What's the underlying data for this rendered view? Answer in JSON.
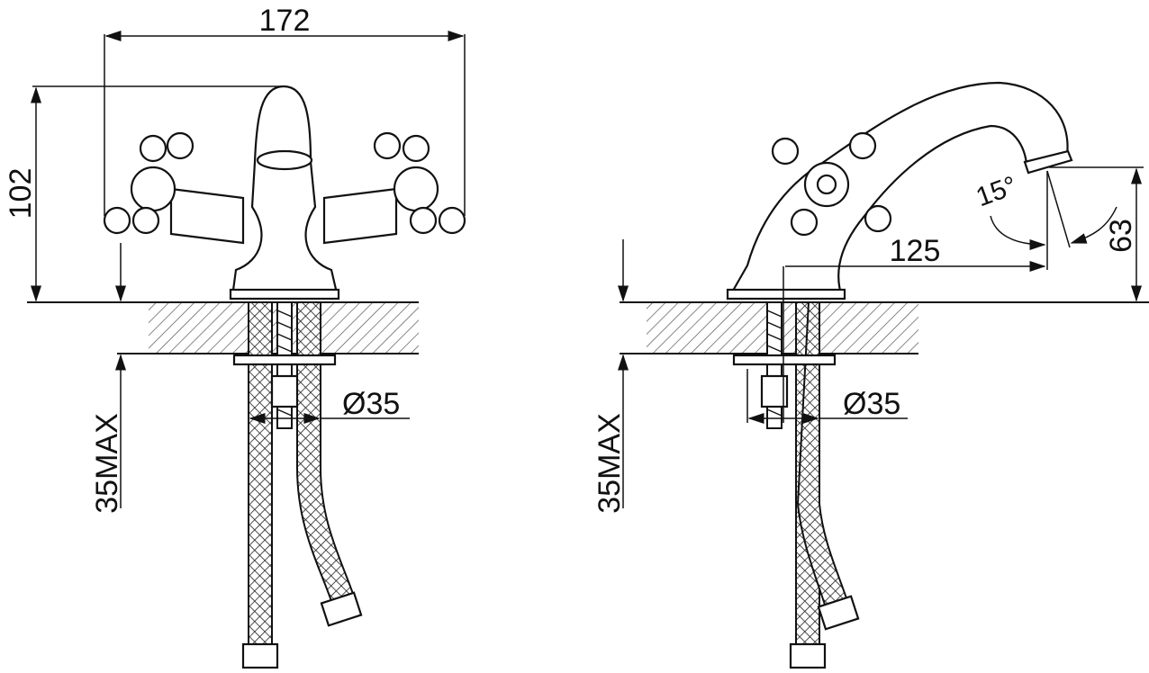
{
  "front_view": {
    "width_label": "172",
    "height_label": "102",
    "diameter_label": "Ø35",
    "max_thickness_label": "35MAX"
  },
  "side_view": {
    "reach_label": "125",
    "spout_height_label": "63",
    "angle_label": "15°",
    "diameter_label": "Ø35",
    "max_thickness_label": "35MAX"
  }
}
